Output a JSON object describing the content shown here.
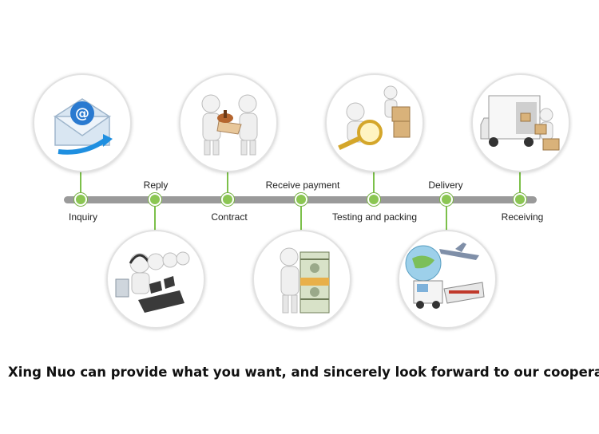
{
  "steps": [
    {
      "label": "Inquiry",
      "icon": "email-icon",
      "position": "top"
    },
    {
      "label": "Reply",
      "icon": "customer-service-icon",
      "position": "bottom"
    },
    {
      "label": "Contract",
      "icon": "contract-stamp-icon",
      "position": "top"
    },
    {
      "label": "Receive payment",
      "icon": "money-icon",
      "position": "bottom"
    },
    {
      "label": "Testing and packing",
      "icon": "inspection-icon",
      "position": "top"
    },
    {
      "label": "Delivery",
      "icon": "shipping-icon",
      "position": "bottom"
    },
    {
      "label": "Receiving",
      "icon": "delivery-truck-icon",
      "position": "top"
    }
  ],
  "tagline": "Xing Nuo can provide what you want, and sincerely look forward to our cooperation",
  "colors": {
    "accent": "#8bc653",
    "timeline": "#9a9a9a",
    "circle_border": "#e2e2e2",
    "text": "#222222"
  }
}
